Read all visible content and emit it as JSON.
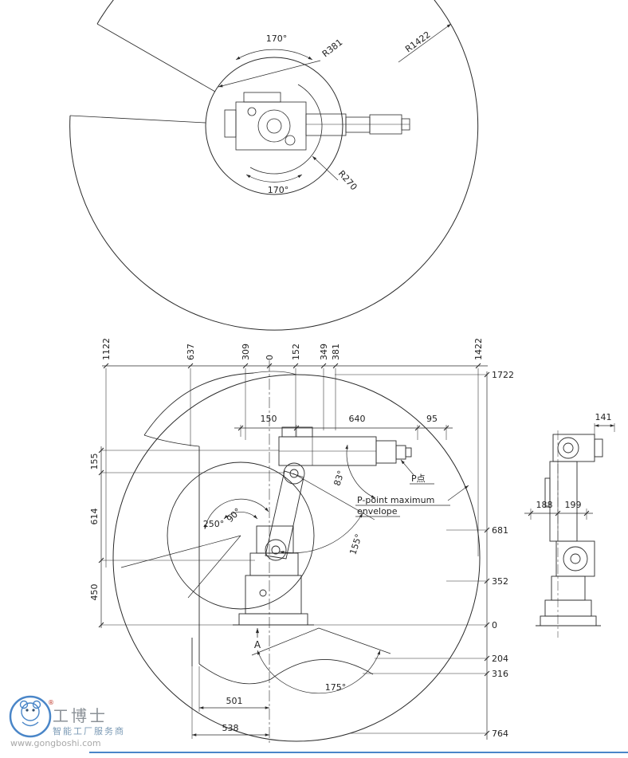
{
  "top_view": {
    "rotation_top": "170°",
    "rotation_bottom": "170°",
    "radius_inner": "R381",
    "radius_outer": "R1422",
    "radius_rear": "R270"
  },
  "front_view": {
    "top_dims": [
      "1122",
      "637",
      "309",
      "0",
      "152",
      "349",
      "381",
      "1422"
    ],
    "right_dims": [
      "1722",
      "681",
      "352",
      "0",
      "204",
      "316",
      "764"
    ],
    "left_dims": [
      "155",
      "614",
      "450"
    ],
    "reach_dims": [
      "150",
      "640",
      "95"
    ],
    "bottom_dims": [
      "501",
      "538"
    ],
    "angle_wrist": "83°",
    "angle_lower_arm": "250°",
    "angle_90": "90°",
    "angle_upper_arm": "155°",
    "angle_bottom": "175°",
    "p_point": "P点",
    "envelope_line1": "P-point maximum",
    "envelope_line2": "envelope",
    "section_marker": "A"
  },
  "side_view": {
    "depth_dim": "141",
    "width_left": "188",
    "width_right": "199"
  },
  "watermark": {
    "brand": "工博士",
    "registered": "®",
    "tagline": "智能工厂服务商",
    "url": "www.gongboshi.com"
  },
  "colors": {
    "line": "#2a2a2a",
    "accent_blue": "#4a86c8"
  }
}
